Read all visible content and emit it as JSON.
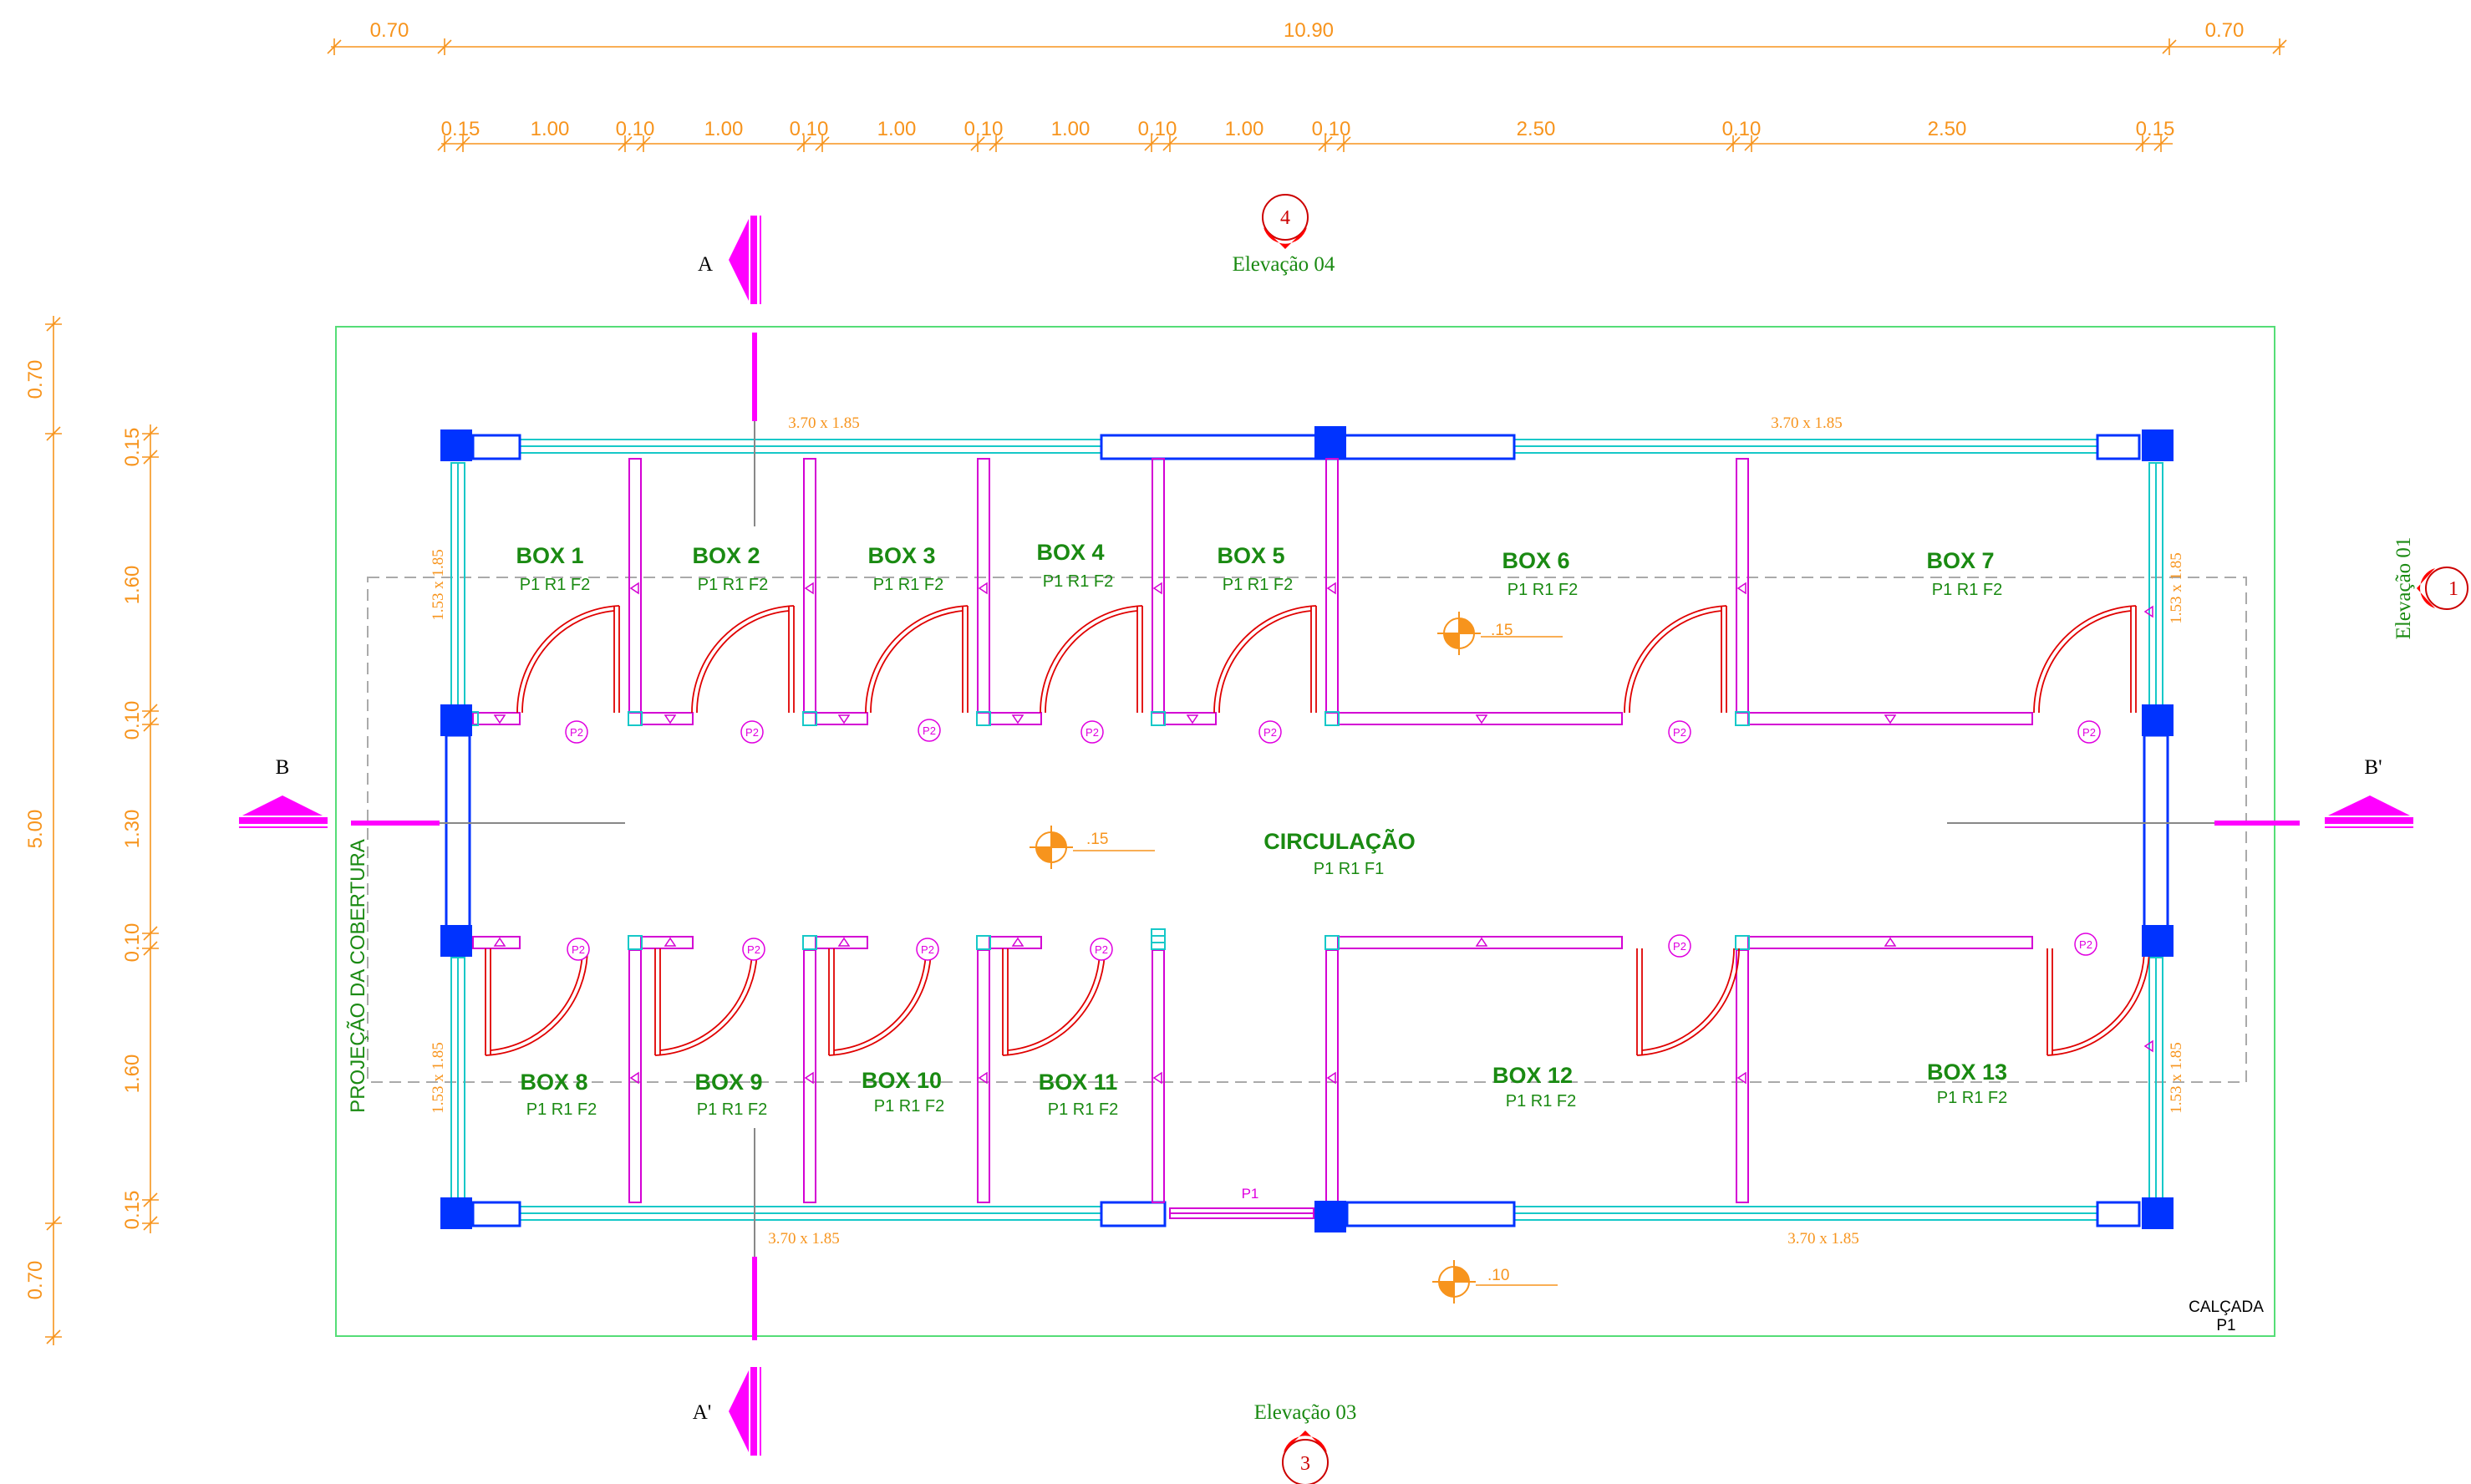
{
  "colors": {
    "dimension": "#f7941d",
    "label": "#1a8a12",
    "column": "#0033ff",
    "wall": "#d400d4",
    "window": "#16c8c8",
    "door": "#e00000",
    "section_marker": "#ff00ff",
    "boundary": "#55dd77",
    "projection": "#aaaaaa"
  },
  "dimensions": {
    "overall_top": [
      "0.70",
      "10.90",
      "0.70"
    ],
    "partial_top": [
      "0.15",
      "1.00",
      "0.10",
      "1.00",
      "0.10",
      "1.00",
      "0.10",
      "1.00",
      "0.10",
      "1.00",
      "0.10",
      "2.50",
      "0.10",
      "2.50",
      "0.15"
    ],
    "overall_left": [
      "0.70",
      "5.00",
      "0.70"
    ],
    "partial_left": [
      "0.15",
      "1.60",
      "0.10",
      "1.30",
      "0.10",
      "1.60",
      "0.15"
    ]
  },
  "windows": {
    "top_left": "3.70 x 1.85",
    "top_right": "3.70 x 1.85",
    "bottom_left": "3.70 x 1.85",
    "bottom_right": "3.70 x 1.85",
    "left_upper": "1.53 x 1.85",
    "left_lower": "1.53 x 1.85",
    "right_upper": "1.53 x 1.85",
    "right_lower": "1.53 x 1.85"
  },
  "rooms": [
    {
      "name": "BOX 1",
      "code": "P1 R1 F2"
    },
    {
      "name": "BOX 2",
      "code": "P1 R1 F2"
    },
    {
      "name": "BOX 3",
      "code": "P1 R1 F2"
    },
    {
      "name": "BOX 4",
      "code": "P1 R1 F2"
    },
    {
      "name": "BOX 5",
      "code": "P1 R1 F2"
    },
    {
      "name": "BOX 6",
      "code": "P1 R1 F2"
    },
    {
      "name": "BOX 7",
      "code": "P1 R1 F2"
    },
    {
      "name": "BOX 8",
      "code": "P1 R1 F2"
    },
    {
      "name": "BOX 9",
      "code": "P1 R1 F2"
    },
    {
      "name": "BOX 10",
      "code": "P1 R1 F2"
    },
    {
      "name": "BOX 11",
      "code": "P1 R1 F2"
    },
    {
      "name": "BOX 12",
      "code": "P1 R1 F2"
    },
    {
      "name": "BOX 13",
      "code": "P1 R1 F2"
    }
  ],
  "circulation": {
    "name": "CIRCULAÇÃO",
    "code": "P1 R1 F1"
  },
  "door_tag": "P2",
  "entrance_tag": "P1",
  "levels": [
    ".15",
    ".15",
    ".10"
  ],
  "elevations": [
    {
      "number": "4",
      "label": "Elevação 04"
    },
    {
      "number": "1",
      "label": "Elevação 01"
    },
    {
      "number": "3",
      "label": "Elevação 03"
    }
  ],
  "sections": {
    "a_top": "A",
    "a_bottom": "A'",
    "b_left": "B",
    "b_right": "B'"
  },
  "notes": {
    "roof_projection": "PROJEÇÃO DA COBERTURA",
    "sidewalk": "CALÇADA",
    "sidewalk_code": "P1"
  }
}
